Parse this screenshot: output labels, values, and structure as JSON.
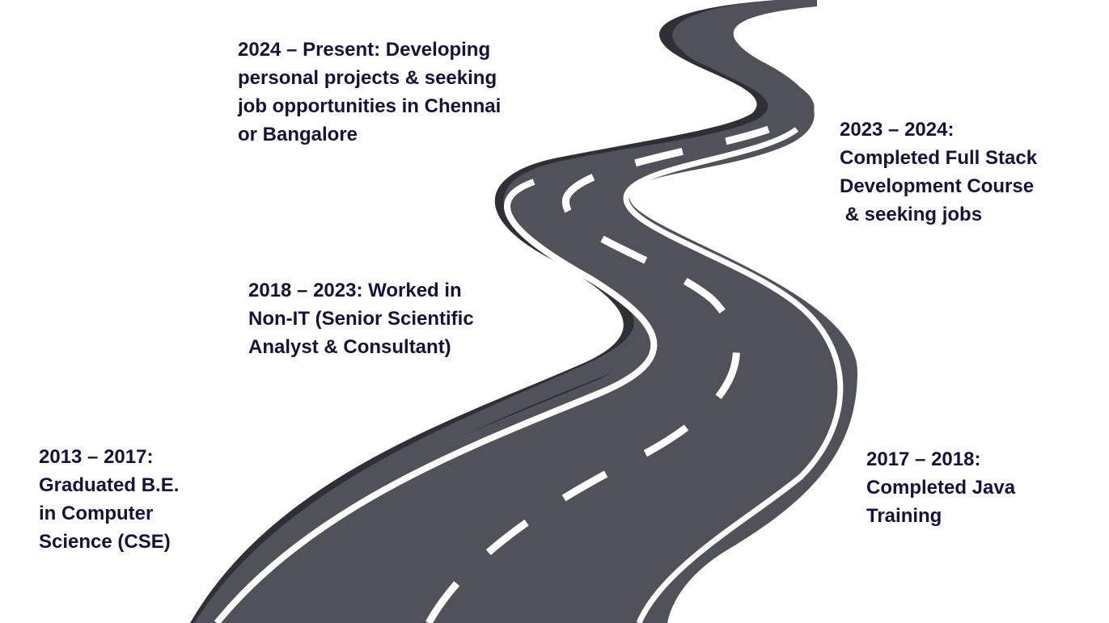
{
  "milestones": [
    {
      "id": "2024-present",
      "lines": [
        "2024 – Present: Developing",
        "personal projects & seeking",
        "job opportunities in Chennai",
        "or Bangalore"
      ]
    },
    {
      "id": "2023-2024",
      "lines": [
        "2023 – 2024:",
        "Completed Full Stack",
        "Development Course",
        " & seeking jobs"
      ]
    },
    {
      "id": "2018-2023",
      "lines": [
        "2018 – 2023: Worked in",
        "Non-IT (Senior Scientific",
        "Analyst & Consultant)"
      ]
    },
    {
      "id": "2017-2018",
      "lines": [
        "2017 – 2018:",
        "Completed Java",
        "Training"
      ]
    },
    {
      "id": "2013-2017",
      "lines": [
        "2013 – 2017:",
        "Graduated B.E.",
        "in Computer",
        "Science (CSE)"
      ]
    }
  ],
  "colors": {
    "road": "#50525a",
    "road_edge": "#2e3036",
    "lane_marking": "#ffffff",
    "text": "#14143a"
  }
}
